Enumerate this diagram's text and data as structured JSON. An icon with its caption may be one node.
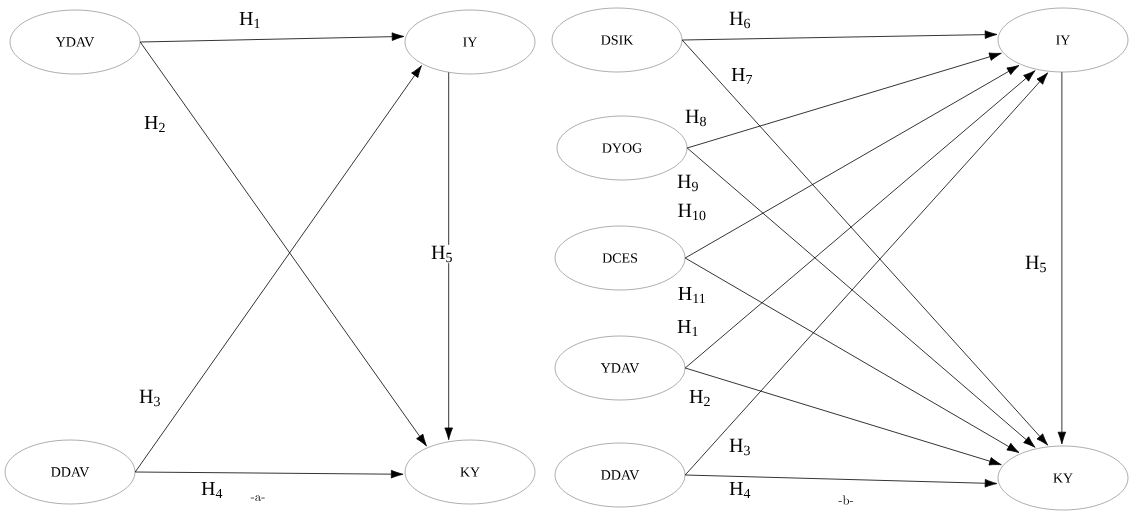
{
  "diagram": {
    "nodes": [
      {
        "text": [
          "YDAV"
        ]
      },
      {
        "text": [
          "IY"
        ]
      },
      {
        "text": [
          "DDAV"
        ]
      },
      {
        "text": [
          "KY"
        ]
      },
      {
        "text": [
          "DSIK"
        ]
      },
      {
        "text": [
          "IY"
        ]
      },
      {
        "text": [
          "DYOG"
        ]
      },
      {
        "text": [
          "DCES"
        ]
      },
      {
        "text": [
          "YDAV"
        ]
      },
      {
        "text": [
          "DDAV"
        ]
      },
      {
        "text": [
          "KY"
        ]
      }
    ],
    "edges": [
      {
        "from": 0,
        "to": 1,
        "arrow": "to",
        "label": "H$_{1}$"
      },
      {
        "from": 0,
        "to": 3,
        "arrow": "to",
        "label": "H$_{2}$"
      },
      {
        "from": 2,
        "to": 1,
        "arrow": "to",
        "label": "H$_{3}$"
      },
      {
        "from": 2,
        "to": 3,
        "arrow": "to",
        "label": "H$_{4}$"
      },
      {
        "from": 1,
        "to": 3,
        "arrow": "to",
        "label": "H$_{5}$"
      },
      {
        "from": 4,
        "to": 5,
        "arrow": "to",
        "label": "H$_{6}$"
      },
      {
        "from": 4,
        "to": 10,
        "arrow": "to",
        "label": "H$_{7}$"
      },
      {
        "from": 6,
        "to": 5,
        "arrow": "to",
        "label": "H$_{8}$"
      },
      {
        "from": 6,
        "to": 10,
        "arrow": "to",
        "label": "H$_{9}$"
      },
      {
        "from": 7,
        "to": 5,
        "arrow": "to",
        "label": "H$_{10}$"
      },
      {
        "from": 7,
        "to": 10,
        "arrow": "to",
        "label": "H$_{11}$"
      },
      {
        "from": 8,
        "to": 5,
        "arrow": "to",
        "label": "H$_{1}$"
      },
      {
        "from": 8,
        "to": 10,
        "arrow": "to",
        "label": "H$_{2}$"
      },
      {
        "from": 9,
        "to": 5,
        "arrow": "to",
        "label": "H$_{3}$"
      },
      {
        "from": 9,
        "to": 10,
        "arrow": "to",
        "label": "H$_{4}$"
      },
      {
        "from": 5,
        "to": 10,
        "arrow": "to",
        "label": "H$_{5}$"
      }
    ],
    "labels": [
      "-a-",
      "-b-"
    ]
  }
}
